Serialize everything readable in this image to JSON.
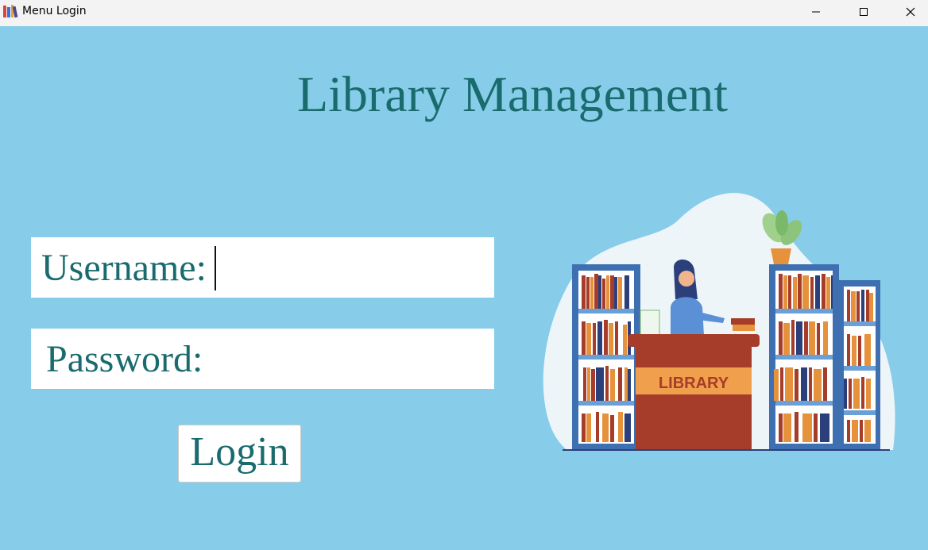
{
  "window": {
    "title": "Menu Login",
    "controls": {
      "minimize": "minimize-icon",
      "maximize": "maximize-icon",
      "close": "close-icon"
    }
  },
  "app": {
    "title": "Library Management"
  },
  "form": {
    "username_label": "Username:",
    "username_value": "",
    "password_label": "Password:",
    "password_value": "",
    "login_label": "Login"
  },
  "illustration": {
    "desk_sign": "LIBRARY"
  },
  "colors": {
    "background": "#87cdea",
    "text": "#1a6b6e",
    "titlebar": "#f3f3f3"
  }
}
